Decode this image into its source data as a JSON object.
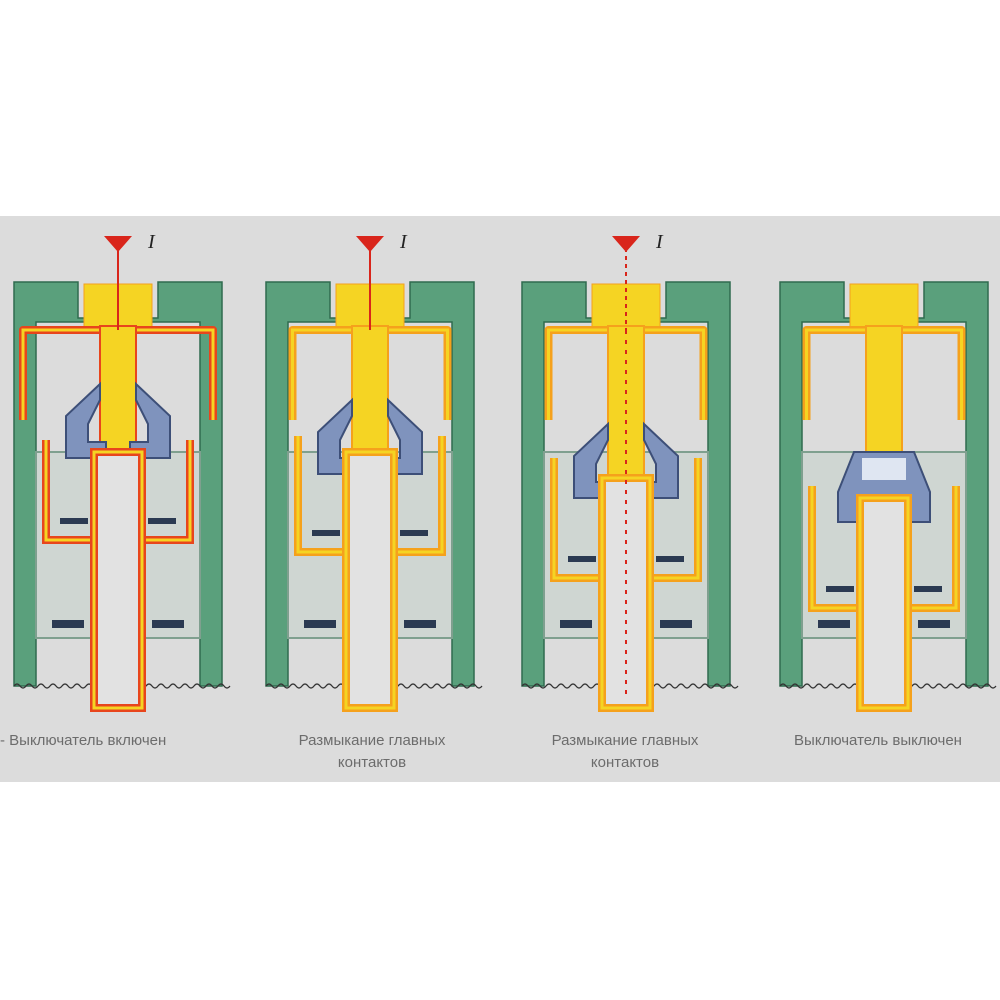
{
  "stages": [
    {
      "id": "closed",
      "caption_lines": [
        "- Выключатель включен"
      ],
      "state": "closed",
      "current_path": "full",
      "current_label": "I"
    },
    {
      "id": "opening",
      "caption_lines": [
        "Размыкание главных",
        "контактов"
      ],
      "state": "main-open",
      "current_path": "through-arcing",
      "current_label": "I"
    },
    {
      "id": "arcing",
      "caption_lines": [
        "Размыкание главных",
        "контактов"
      ],
      "state": "arcing",
      "current_path": "arc",
      "current_label": "I"
    },
    {
      "id": "open",
      "caption_lines": [
        "Выключатель выключен"
      ],
      "state": "open",
      "current_path": "none",
      "current_label": ""
    }
  ],
  "colors": {
    "background_band": "#dcdcdc",
    "housing": "#5aa07c",
    "housing_edge": "#2f6b4e",
    "conductor": "#f5d423",
    "current_path": "#e8451c",
    "current_path_light": "#f5a11c",
    "contact": "#7f93bd",
    "current_arrow": "#d9251b",
    "caption": "#6c6c6c"
  }
}
